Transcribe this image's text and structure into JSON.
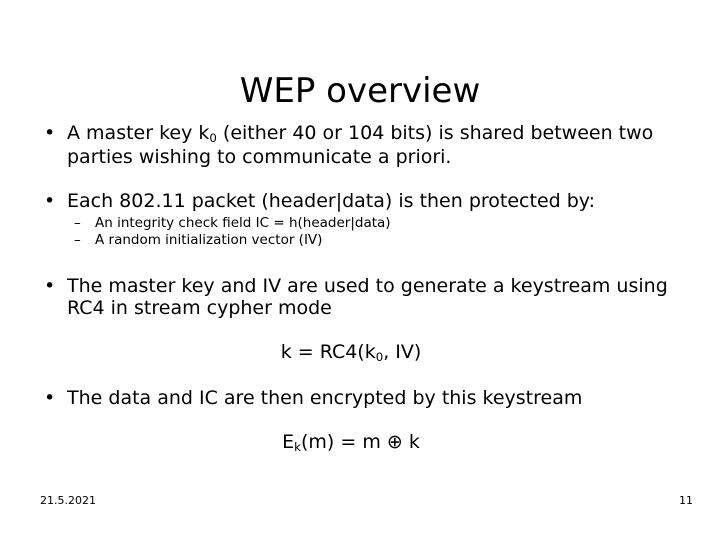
{
  "slide": {
    "title": "WEP overview",
    "background_color": "#ffffff",
    "text_color": "#000000",
    "bullet_marker": "•",
    "dash_marker": "–",
    "content": {
      "bullet1": {
        "pre_sub": "A master key k",
        "sub": "0",
        "post_sub": " (either 40 or 104 bits) is shared between two parties wishing to communicate a priori."
      },
      "bullet2": "Each 802.11 packet (header|data) is then protected by:",
      "subbullets": [
        "An integrity check field IC = h(header|data)",
        "A random initialization vector (IV)"
      ],
      "bullet3": "The master key and IV are used to generate a keystream using RC4 in stream cypher mode",
      "formula1": {
        "pre_sub": "k = RC4(k",
        "sub": "0",
        "post_sub": ", IV)"
      },
      "bullet4": "The data and IC are then encrypted by this keystream",
      "formula2": {
        "pre_sub": "E",
        "sub": "k",
        "post_sub": "(m) = m ⊕ k"
      }
    }
  },
  "footer": {
    "date": "21.5.2021",
    "page_number": "11"
  }
}
